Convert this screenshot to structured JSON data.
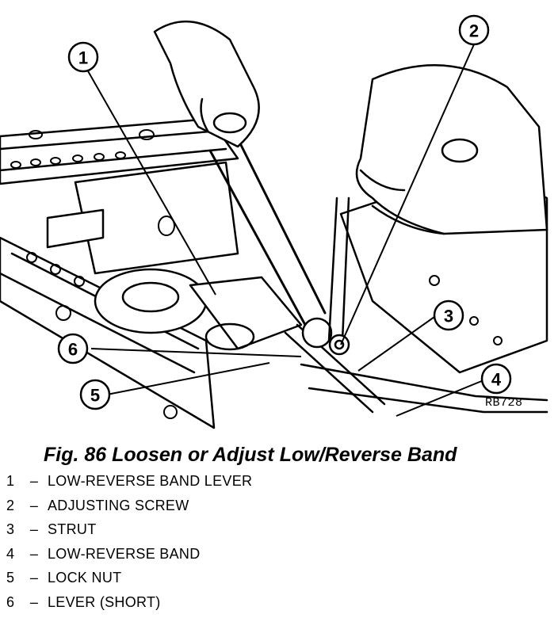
{
  "figure": {
    "drawing_id": "RB728",
    "callouts": [
      "1",
      "2",
      "3",
      "4",
      "5",
      "6"
    ]
  },
  "caption": "Fig. 86 Loosen or Adjust Low/Reverse Band",
  "legend": [
    {
      "num": "1",
      "label": "LOW-REVERSE BAND LEVER"
    },
    {
      "num": "2",
      "label": "ADJUSTING SCREW"
    },
    {
      "num": "3",
      "label": "STRUT"
    },
    {
      "num": "4",
      "label": "LOW-REVERSE BAND"
    },
    {
      "num": "5",
      "label": "LOCK NUT"
    },
    {
      "num": "6",
      "label": "LEVER (SHORT)"
    }
  ]
}
